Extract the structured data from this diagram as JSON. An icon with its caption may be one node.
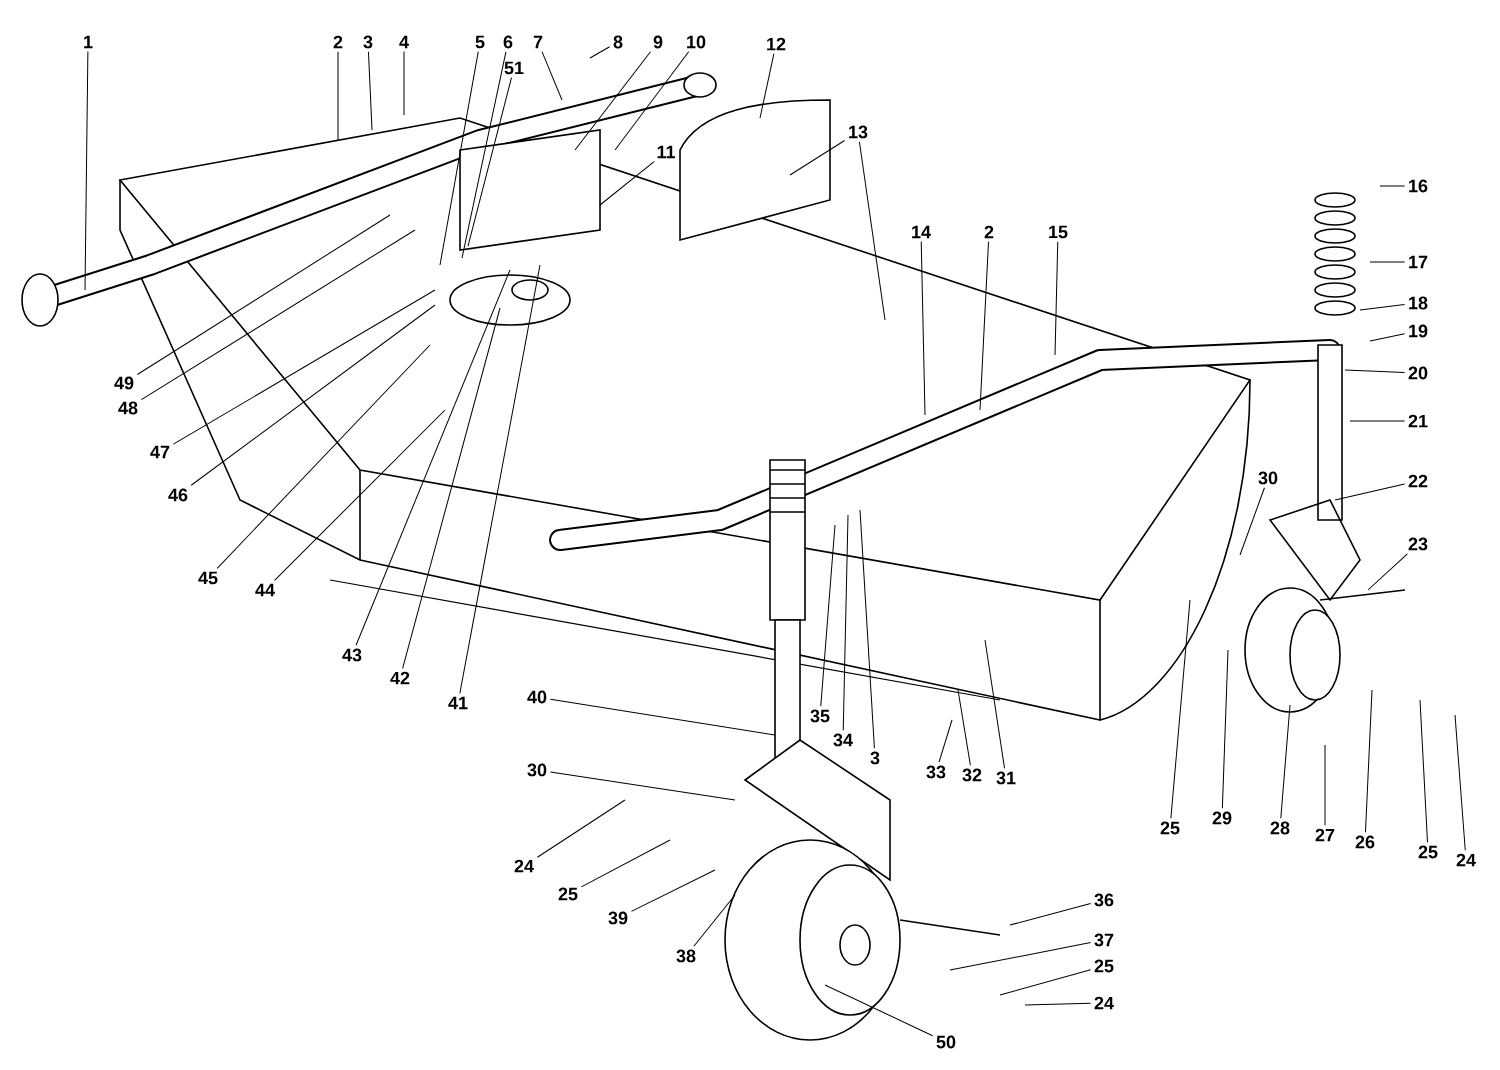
{
  "diagram": {
    "nodes": [
      {
        "text": [
          "1"
        ]
      },
      {
        "text": [
          "2"
        ]
      },
      {
        "text": [
          "3"
        ]
      },
      {
        "text": [
          "4"
        ]
      },
      {
        "text": [
          "5"
        ]
      },
      {
        "text": [
          "6"
        ]
      },
      {
        "text": [
          "51"
        ]
      },
      {
        "text": [
          "7"
        ]
      },
      {
        "text": [
          "8"
        ]
      },
      {
        "text": [
          "9"
        ]
      },
      {
        "text": [
          "10"
        ]
      },
      {
        "text": [
          "11"
        ]
      },
      {
        "text": [
          "12"
        ]
      },
      {
        "text": [
          "13"
        ]
      },
      {
        "text": [
          "14"
        ]
      },
      {
        "text": [
          "2"
        ]
      },
      {
        "text": [
          "15"
        ]
      },
      {
        "text": [
          "16"
        ]
      },
      {
        "text": [
          "17"
        ]
      },
      {
        "text": [
          "18"
        ]
      },
      {
        "text": [
          "19"
        ]
      },
      {
        "text": [
          "20"
        ]
      },
      {
        "text": [
          "21"
        ]
      },
      {
        "text": [
          "22"
        ]
      },
      {
        "text": [
          "23"
        ]
      },
      {
        "text": [
          "49"
        ]
      },
      {
        "text": [
          "48"
        ]
      },
      {
        "text": [
          "47"
        ]
      },
      {
        "text": [
          "46"
        ]
      },
      {
        "text": [
          "45"
        ]
      },
      {
        "text": [
          "44"
        ]
      },
      {
        "text": [
          "43"
        ]
      },
      {
        "text": [
          "42"
        ]
      },
      {
        "text": [
          "41"
        ]
      },
      {
        "text": [
          "30"
        ]
      },
      {
        "text": [
          "40"
        ]
      },
      {
        "text": [
          "35"
        ]
      },
      {
        "text": [
          "34"
        ]
      },
      {
        "text": [
          "3"
        ]
      },
      {
        "text": [
          "33"
        ]
      },
      {
        "text": [
          "32"
        ]
      },
      {
        "text": [
          "31"
        ]
      },
      {
        "text": [
          "30"
        ]
      },
      {
        "text": [
          "25"
        ]
      },
      {
        "text": [
          "29"
        ]
      },
      {
        "text": [
          "28"
        ]
      },
      {
        "text": [
          "27"
        ]
      },
      {
        "text": [
          "26"
        ]
      },
      {
        "text": [
          "25"
        ]
      },
      {
        "text": [
          "24"
        ]
      },
      {
        "text": [
          "24"
        ]
      },
      {
        "text": [
          "25"
        ]
      },
      {
        "text": [
          "39"
        ]
      },
      {
        "text": [
          "38"
        ]
      },
      {
        "text": [
          "36"
        ]
      },
      {
        "text": [
          "37"
        ]
      },
      {
        "text": [
          "25"
        ]
      },
      {
        "text": [
          "24"
        ]
      },
      {
        "text": [
          "50"
        ]
      }
    ],
    "edges": [
      {
        "from": 0,
        "to": null,
        "arrow": "none"
      },
      {
        "from": 1,
        "to": null,
        "arrow": "none"
      },
      {
        "from": 2,
        "to": null,
        "arrow": "none"
      },
      {
        "from": 3,
        "to": null,
        "arrow": "none"
      },
      {
        "from": 4,
        "to": null,
        "arrow": "none"
      },
      {
        "from": 5,
        "to": null,
        "arrow": "none"
      },
      {
        "from": 6,
        "to": null,
        "arrow": "none"
      },
      {
        "from": 7,
        "to": null,
        "arrow": "none"
      },
      {
        "from": 8,
        "to": null,
        "arrow": "none"
      },
      {
        "from": 9,
        "to": null,
        "arrow": "none"
      },
      {
        "from": 10,
        "to": null,
        "arrow": "none"
      },
      {
        "from": 11,
        "to": null,
        "arrow": "none"
      },
      {
        "from": 12,
        "to": null,
        "arrow": "none"
      },
      {
        "from": 13,
        "to": null,
        "arrow": "none"
      },
      {
        "from": 13,
        "to": null,
        "arrow": "none"
      },
      {
        "from": 14,
        "to": null,
        "arrow": "none"
      },
      {
        "from": 15,
        "to": null,
        "arrow": "none"
      },
      {
        "from": 16,
        "to": null,
        "arrow": "none"
      },
      {
        "from": 17,
        "to": null,
        "arrow": "none"
      },
      {
        "from": 18,
        "to": null,
        "arrow": "none"
      },
      {
        "from": 19,
        "to": null,
        "arrow": "none"
      },
      {
        "from": 20,
        "to": null,
        "arrow": "none"
      },
      {
        "from": 21,
        "to": null,
        "arrow": "none"
      },
      {
        "from": 22,
        "to": null,
        "arrow": "none"
      },
      {
        "from": 23,
        "to": null,
        "arrow": "none"
      },
      {
        "from": 24,
        "to": null,
        "arrow": "none"
      },
      {
        "from": 25,
        "to": null,
        "arrow": "none"
      },
      {
        "from": 26,
        "to": null,
        "arrow": "none"
      },
      {
        "from": 27,
        "to": null,
        "arrow": "none"
      },
      {
        "from": 28,
        "to": null,
        "arrow": "none"
      },
      {
        "from": 29,
        "to": null,
        "arrow": "none"
      },
      {
        "from": 30,
        "to": null,
        "arrow": "none"
      },
      {
        "from": 31,
        "to": null,
        "arrow": "none"
      },
      {
        "from": 32,
        "to": null,
        "arrow": "none"
      },
      {
        "from": 33,
        "to": null,
        "arrow": "none"
      },
      {
        "from": 34,
        "to": null,
        "arrow": "none"
      },
      {
        "from": 35,
        "to": null,
        "arrow": "none"
      },
      {
        "from": 36,
        "to": null,
        "arrow": "none"
      },
      {
        "from": 37,
        "to": null,
        "arrow": "none"
      },
      {
        "from": 38,
        "to": null,
        "arrow": "none"
      },
      {
        "from": 39,
        "to": null,
        "arrow": "none"
      },
      {
        "from": 40,
        "to": null,
        "arrow": "none"
      },
      {
        "from": 41,
        "to": null,
        "arrow": "none"
      },
      {
        "from": 42,
        "to": null,
        "arrow": "none"
      },
      {
        "from": 43,
        "to": null,
        "arrow": "none"
      },
      {
        "from": 44,
        "to": null,
        "arrow": "none"
      },
      {
        "from": 45,
        "to": null,
        "arrow": "none"
      },
      {
        "from": 46,
        "to": null,
        "arrow": "none"
      },
      {
        "from": 47,
        "to": null,
        "arrow": "none"
      },
      {
        "from": 48,
        "to": null,
        "arrow": "none"
      },
      {
        "from": 49,
        "to": null,
        "arrow": "none"
      },
      {
        "from": 50,
        "to": null,
        "arrow": "none"
      },
      {
        "from": 51,
        "to": null,
        "arrow": "none"
      },
      {
        "from": 52,
        "to": null,
        "arrow": "none"
      },
      {
        "from": 53,
        "to": null,
        "arrow": "none"
      },
      {
        "from": 54,
        "to": null,
        "arrow": "none"
      },
      {
        "from": 55,
        "to": null,
        "arrow": "none"
      },
      {
        "from": 56,
        "to": null,
        "arrow": "none"
      },
      {
        "from": 57,
        "to": null,
        "arrow": "none"
      },
      {
        "from": 58,
        "to": null,
        "arrow": "none"
      }
    ]
  }
}
